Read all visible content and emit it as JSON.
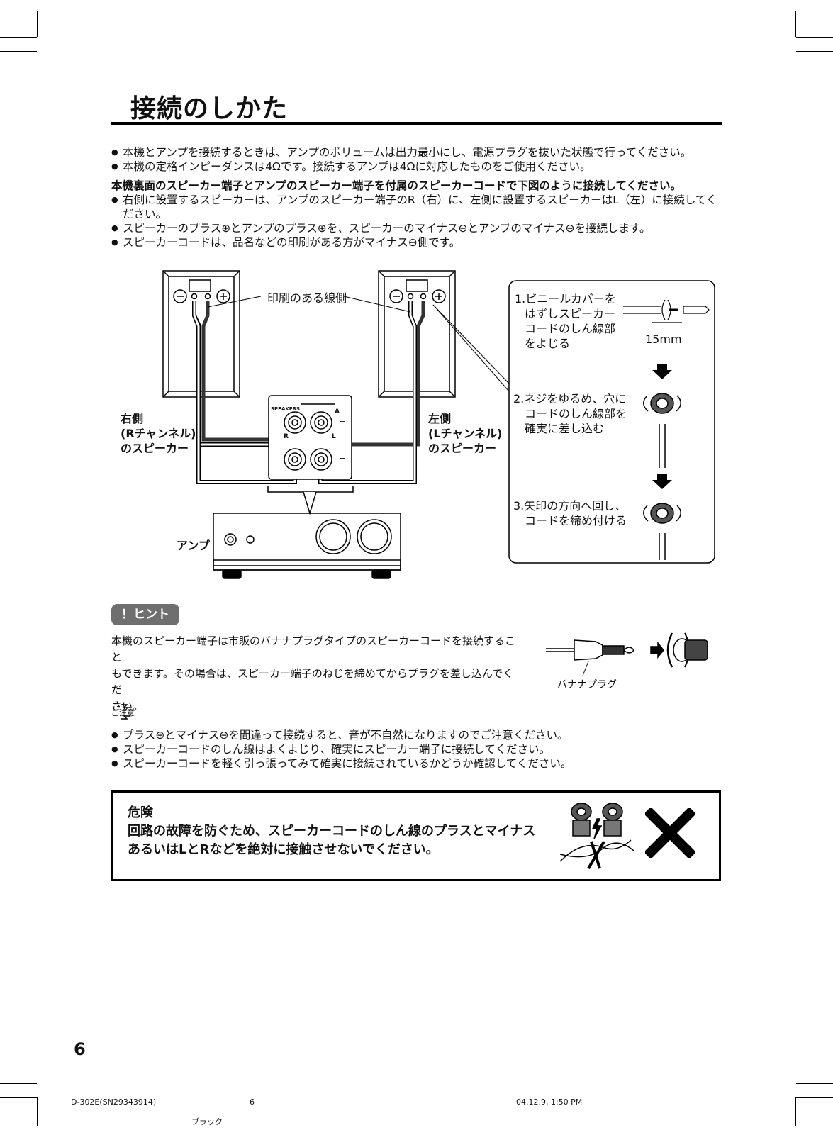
{
  "page_title": "接続のしかた",
  "intro": [
    "本機とアンプを接続するときは、アンプのボリュームは出力最小にし、電源プラグを抜いた状態で行ってください。",
    "本機の定格インピーダンスは4Ωです。接続するアンプは4Ωに対応したものをご使用ください。"
  ],
  "instruction_heading": "本機裏面のスピーカー端子とアンプのスピーカー端子を付属のスピーカーコードで下図のように接続してください。",
  "instructions": [
    "右側に設置するスピーカーは、アンプのスピーカー端子のR（右）に、左側に設置するスピーカーはL（左）に接続してください。",
    "スピーカーのプラス⊕とアンプのプラス⊕を、スピーカーのマイナス⊖とアンプのマイナス⊖を接続します。",
    "スピーカーコードは、品名などの印刷がある方がマイナス⊖側です。"
  ],
  "diagram": {
    "printed_side_label": "印刷のある線側",
    "right_speaker_label": [
      "右側",
      "(Rチャンネル)",
      "のスピーカー"
    ],
    "left_speaker_label": [
      "左側",
      "(Lチャンネル)",
      "のスピーカー"
    ],
    "amp_label": "アンプ",
    "speakers_terminal_label": "SPEAKERS",
    "terminal_a": "A",
    "terminal_r": "R",
    "terminal_l": "L",
    "plus": "+",
    "minus": "−",
    "step1": [
      "1.ビニールカバーを",
      "はずしスピーカー",
      "コードのしん線部",
      "をよじる"
    ],
    "step1_measure": "15mm",
    "step2": [
      "2.ネジをゆるめ、穴に",
      "コードのしん線部を",
      "確実に差し込む"
    ],
    "step3": [
      "3.矢印の方向へ回し、",
      "コードを締め付ける"
    ]
  },
  "hint": {
    "badge": "！ヒント",
    "text_lines": [
      "本機のスピーカー端子は市販のバナナプラグタイプのスピーカーコードを接続すること",
      "もできます。その場合は、スピーカー端子のねじを締めてからプラグを差し込んでくだ",
      "さい。"
    ],
    "banana_label": "バナナプラグ"
  },
  "caution": {
    "icon_label": "ご注意",
    "items": [
      "プラス⊕とマイナス⊖を間違って接続すると、音が不自然になりますのでご注意ください。",
      "スピーカーコードのしん線はよくよじり、確実にスピーカー端子に接続してください。",
      "スピーカーコードを軽く引っ張ってみて確実に接続されているかどうか確認してください。"
    ]
  },
  "danger": {
    "title": "危険",
    "lines": [
      "回路の故障を防ぐため、スピーカーコードのしん線のプラスとマイナス",
      "あるいはLとRなどを絶対に接触させないでください。"
    ]
  },
  "page_number": "6",
  "footer": {
    "model": "D-302E(SN29343914)",
    "page": "6",
    "date": "04.12.9, 1:50 PM",
    "color": "ブラック"
  }
}
